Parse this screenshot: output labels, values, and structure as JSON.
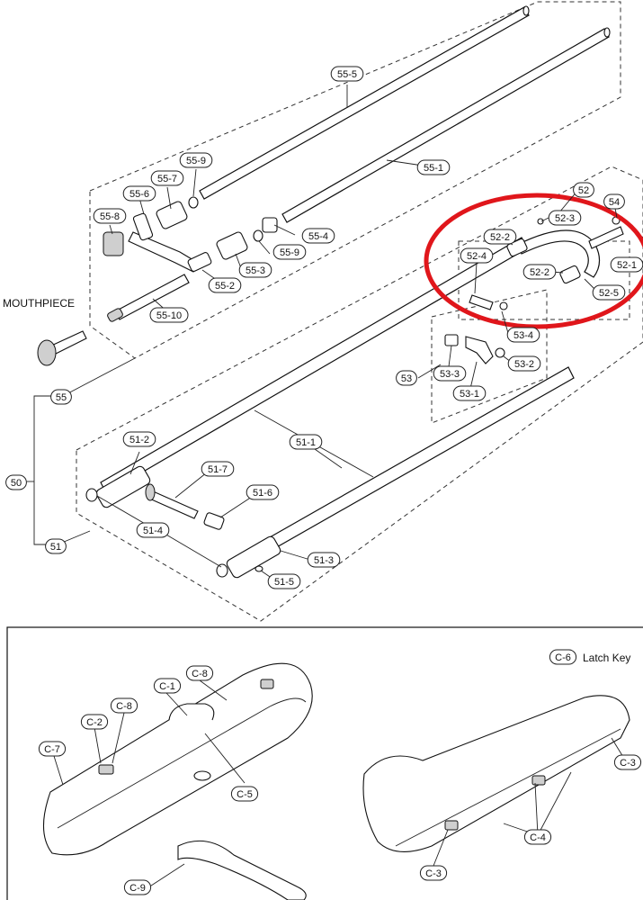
{
  "mouthpiece_label": "MOUTHPIECE",
  "latch_key_label": "Latch Key",
  "highlight_color": "#e0161b",
  "callouts": [
    {
      "id": "55-5",
      "text": "55-5"
    },
    {
      "id": "55-1",
      "text": "55-1"
    },
    {
      "id": "55-9a",
      "text": "55-9"
    },
    {
      "id": "55-7",
      "text": "55-7"
    },
    {
      "id": "55-6",
      "text": "55-6"
    },
    {
      "id": "55-8",
      "text": "55-8"
    },
    {
      "id": "55-4",
      "text": "55-4"
    },
    {
      "id": "55-9b",
      "text": "55-9"
    },
    {
      "id": "55-3",
      "text": "55-3"
    },
    {
      "id": "55-2",
      "text": "55-2"
    },
    {
      "id": "55-10",
      "text": "55-10"
    },
    {
      "id": "55",
      "text": "55"
    },
    {
      "id": "50",
      "text": "50"
    },
    {
      "id": "51",
      "text": "51"
    },
    {
      "id": "52",
      "text": "52"
    },
    {
      "id": "54",
      "text": "54"
    },
    {
      "id": "52-3",
      "text": "52-3"
    },
    {
      "id": "52-2a",
      "text": "52-2"
    },
    {
      "id": "52-4",
      "text": "52-4"
    },
    {
      "id": "52-1",
      "text": "52-1"
    },
    {
      "id": "52-2b",
      "text": "52-2"
    },
    {
      "id": "52-5",
      "text": "52-5"
    },
    {
      "id": "53-4",
      "text": "53-4"
    },
    {
      "id": "53-2",
      "text": "53-2"
    },
    {
      "id": "53",
      "text": "53"
    },
    {
      "id": "53-3",
      "text": "53-3"
    },
    {
      "id": "53-1",
      "text": "53-1"
    },
    {
      "id": "51-1",
      "text": "51-1"
    },
    {
      "id": "51-2",
      "text": "51-2"
    },
    {
      "id": "51-7",
      "text": "51-7"
    },
    {
      "id": "51-6",
      "text": "51-6"
    },
    {
      "id": "51-4",
      "text": "51-4"
    },
    {
      "id": "51-3",
      "text": "51-3"
    },
    {
      "id": "51-5",
      "text": "51-5"
    },
    {
      "id": "C-6",
      "text": "C-6"
    },
    {
      "id": "C-8a",
      "text": "C-8"
    },
    {
      "id": "C-1",
      "text": "C-1"
    },
    {
      "id": "C-8b",
      "text": "C-8"
    },
    {
      "id": "C-2",
      "text": "C-2"
    },
    {
      "id": "C-7",
      "text": "C-7"
    },
    {
      "id": "C-5",
      "text": "C-5"
    },
    {
      "id": "C-3a",
      "text": "C-3"
    },
    {
      "id": "C-4",
      "text": "C-4"
    },
    {
      "id": "C-3b",
      "text": "C-3"
    },
    {
      "id": "C-9",
      "text": "C-9"
    }
  ]
}
